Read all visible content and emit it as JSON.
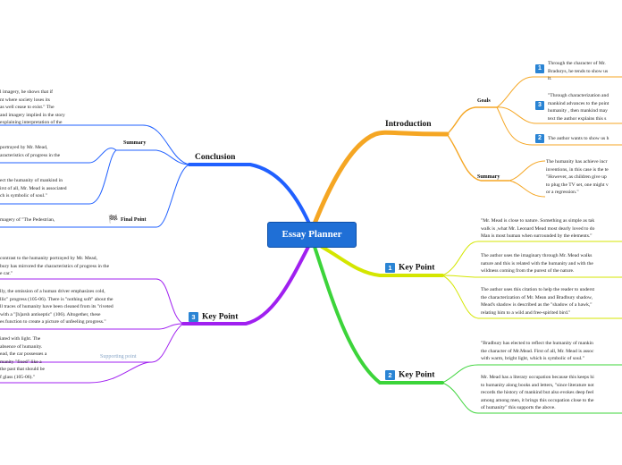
{
  "central": "Essay Planner",
  "introduction": {
    "label": "Introduction",
    "goals_label": "Goals",
    "goals": [
      {
        "num": "1",
        "text": "Through the character of Mr.\nBradurys, he tends to show us\nit."
      },
      {
        "num": "3",
        "text": "\"Through characterization and\nmankind advances to the point\nhumanity , then mankind may\ntext the author explains this s"
      },
      {
        "num": "2",
        "text": "The author wants to show us h"
      }
    ],
    "summary_label": "Summary",
    "summary_text": "The humanity has achieve incr\ninventions, in this case is the te\n\"However, as children give up\nto plug the TV set, one might v\nor a regression.\""
  },
  "key_point_1": {
    "num": "1",
    "label": "Key Point",
    "items": [
      "\"Mr. Mead is close to nature. Something as simple as tak\nwalk is ,what Mr. Leonard Mead most dearly loved to do\nMan is most human when surrounded by the elements.\"",
      "The author uses the imaginary through Mr. Mead walks\nnature and this is related with the humanity and with the\nwildness coming from the purest of the nature.",
      "The author uses this citation to help the reader to underst\nthe characterization of Mr. Mean and Bradbury shadow,\nMead's shadow is described as the \"shadow of a hawk,\"\nrelating him to a wild and free-spirited bird.\""
    ]
  },
  "key_point_2": {
    "num": "2",
    "label": "Key Point",
    "items": [
      "\"Bradbury has elected to reflect the humanity of mankin\nthe character of Mr.Mead. First of all, Mr. Mead is assoc\nwith warm, bright light, which is symbolic of soul.\"",
      "Mr. Mead has a literary occupation because this keeps hi\nto humanity along books and letters, \"since literature not\nrecords the history of mankind but also evokes deep feel\namong among men, it brings this occupation close to the\nof humanity\" this supports  the above."
    ]
  },
  "conclusion": {
    "label": "Conclusion",
    "top_text": "l imagery, he shows that if\nnt where society loses its\n as well cease to exist.\" The\nand imagery implied in the story\n explaining interpretation of the",
    "summary_label": "Summary",
    "summary_items": [
      " portrayed by Mr. Mead,\naracteristics of progress in the",
      "ect the humanity of mankind in\nirst of all, Mr. Mead is associated\nch is symbolic of soul.\""
    ],
    "final_text": "magery of \"The Pedestrian,",
    "final_label": "Final Point"
  },
  "key_point_3": {
    "num": "3",
    "label": "Key Point",
    "items": [
      "contrast to the humanity portrayed by Mr. Mead,\nbury has mirrored the characteristics of progress in the\ne car.\"",
      "lly, the omission of a human driver emphasizes cold,\nllic\" progress (105-06). There is \"nothing soft\" about the\nll traces of humanity have been cleaned from its \"riveted\n with a \"[h]arsh antiseptic\" (106). Altogether, these\nes function to create a picture of unfeeling progress.\"",
      "iated with light. The\nabsence of humanity.\nead, the car possesses a\nmanity \"fixed\" like a\n the past that should be\nf glass (105-06).\""
    ],
    "supporting_label": "Supporting point"
  }
}
